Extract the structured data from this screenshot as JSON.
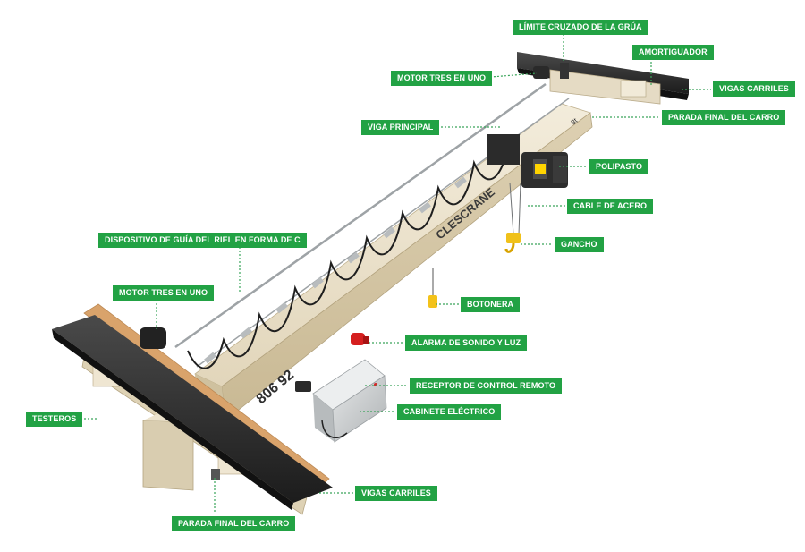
{
  "brand": "CLESCRANE",
  "model_text": "806 92",
  "capacity_text": "3t",
  "colors": {
    "label_bg": "#22a244",
    "label_text": "#ffffff",
    "leader": "#3aa55a",
    "girder": "#e7ddc6",
    "rail": "#2b2b2b",
    "wood": "#d9a36b",
    "cabinet": "#cfd2d3"
  },
  "labels": {
    "limite_cruzado": "LÍMITE CRUZADO DE LA GRÚA",
    "amortiguador": "AMORTIGUADOR",
    "motor_tres_top": "MOTOR TRES EN UNO",
    "vigas_carriles_top": "VIGAS CARRILES",
    "parada_final_top": "PARADA FINAL DEL CARRO",
    "viga_principal": "VIGA PRINCIPAL",
    "polipasto": "POLIPASTO",
    "cable_acero": "CABLE DE ACERO",
    "dispositivo_guia": "DISPOSITIVO DE GUÍA DEL RIEL EN FORMA DE C",
    "gancho": "GANCHO",
    "motor_tres_left": "MOTOR TRES EN UNO",
    "botonera": "BOTONERA",
    "alarma": "ALARMA DE SONIDO Y LUZ",
    "receptor": "RECEPTOR DE CONTROL REMOTO",
    "cabinete": "CABINETE ELÉCTRICO",
    "testeros": "TESTEROS",
    "vigas_carriles_bottom": "VIGAS CARRILES",
    "parada_final_bottom": "PARADA FINAL DEL CARRO"
  }
}
